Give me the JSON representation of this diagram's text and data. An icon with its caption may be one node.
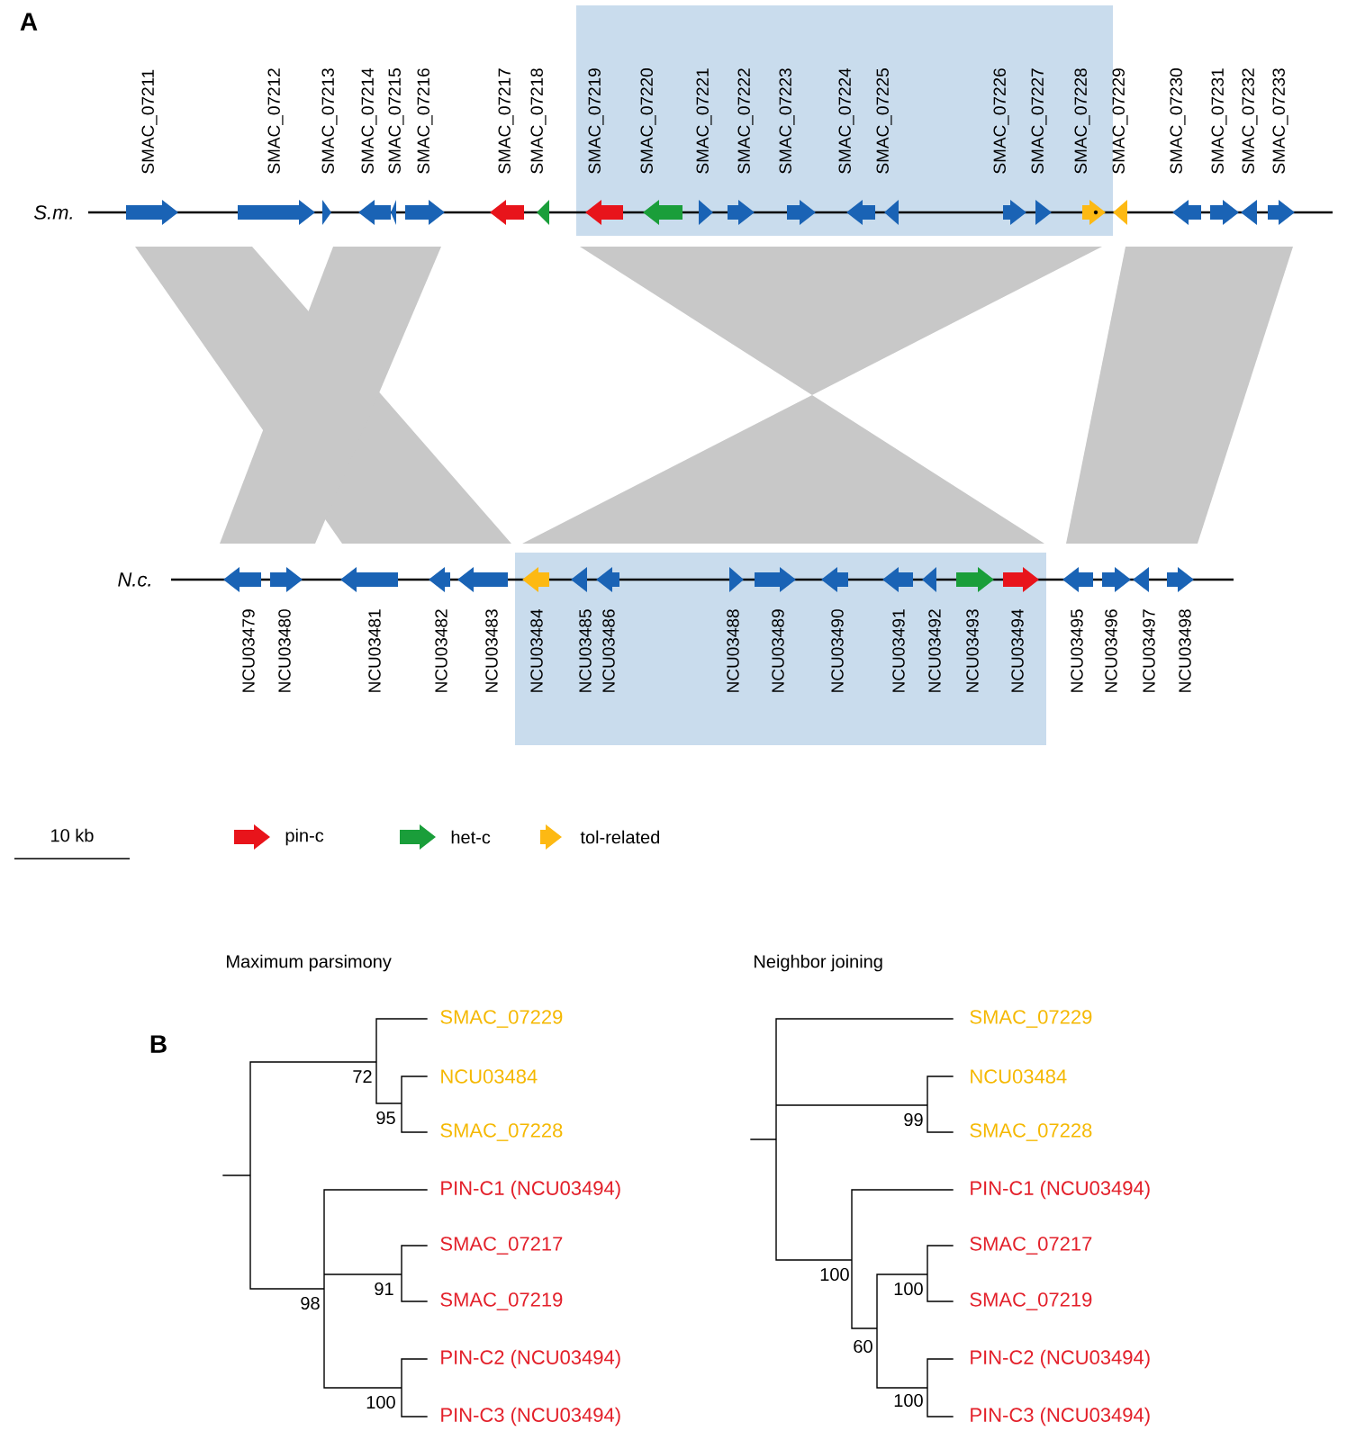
{
  "diagram": {
    "nodes": [
      {
        "text": [
          "SMAC_07211"
        ]
      },
      {
        "text": [
          "SMAC_07212"
        ]
      },
      {
        "text": [
          "SMAC_07213"
        ]
      },
      {
        "text": [
          "SMAC_07214"
        ]
      },
      {
        "text": [
          "SMAC_07215"
        ]
      },
      {
        "text": [
          "SMAC_07216"
        ]
      },
      {
        "text": [
          "SMAC_07217"
        ]
      },
      {
        "text": [
          "SMAC_07218"
        ]
      },
      {
        "text": [
          "SMAC_07219"
        ]
      },
      {
        "text": [
          "SMAC_07220"
        ]
      },
      {
        "text": [
          "SMAC_07221"
        ]
      },
      {
        "text": [
          "SMAC_07222"
        ]
      },
      {
        "text": [
          "SMAC_07223"
        ]
      },
      {
        "text": [
          "SMAC_07224"
        ]
      },
      {
        "text": [
          "SMAC_07225"
        ]
      },
      {
        "text": [
          "SMAC_07226"
        ]
      },
      {
        "text": [
          "SMAC_07227"
        ]
      },
      {
        "text": [
          "SMAC_07228"
        ]
      },
      {
        "text": [
          "SMAC_07229"
        ]
      },
      {
        "text": [
          "SMAC_07230"
        ]
      },
      {
        "text": [
          "SMAC_07231"
        ]
      },
      {
        "text": [
          "SMAC_07232"
        ]
      },
      {
        "text": [
          "SMAC_07233"
        ]
      },
      {
        "text": [
          "NCU03479"
        ]
      },
      {
        "text": [
          "NCU03480"
        ]
      },
      {
        "text": [
          "NCU03481"
        ]
      },
      {
        "text": [
          "NCU03482"
        ]
      },
      {
        "text": [
          "NCU03483"
        ]
      },
      {
        "text": [
          "NCU03484"
        ]
      },
      {
        "text": [
          "NCU03485"
        ]
      },
      {
        "text": [
          "NCU03486"
        ]
      },
      {
        "text": [
          "NCU03488"
        ]
      },
      {
        "text": [
          "NCU03489"
        ]
      },
      {
        "text": [
          "NCU03490"
        ]
      },
      {
        "text": [
          "NCU03491"
        ]
      },
      {
        "text": [
          "NCU03492"
        ]
      },
      {
        "text": [
          "NCU03493"
        ]
      },
      {
        "text": [
          "NCU03494"
        ]
      },
      {
        "text": [
          "NCU03495"
        ]
      },
      {
        "text": [
          "NCU03496"
        ]
      },
      {
        "text": [
          "NCU03497"
        ]
      },
      {
        "text": [
          "NCU03498"
        ]
      }
    ],
    "labels": [
      "A",
      "S.m.",
      "N.c.",
      "10 kb",
      "B",
      "Maximum parsimony",
      "Neighbor joining",
      "SMAC_07229",
      "NCU03484",
      "SMAC_07228",
      "PIN-C1 (NCU03494)",
      "SMAC_07217",
      "SMAC_07219",
      "PIN-C2 (NCU03494)",
      "PIN-C3 (NCU03494)",
      "72",
      "95",
      "91",
      "98",
      "100",
      "SMAC_07229",
      "NCU03484",
      "SMAC_07228",
      "PIN-C1 (NCU03494)",
      "SMAC_07217",
      "SMAC_07219",
      "PIN-C2 (NCU03494)",
      "PIN-C3 (NCU03494)",
      "99",
      "100",
      "100",
      "60",
      "100"
    ],
    "legend": [
      {
        "text": "pin-c",
        "color": "#e8141b"
      },
      {
        "text": "het-c",
        "color": "#1a9e3a"
      },
      {
        "text": "tol-related",
        "color": "#fdb913"
      }
    ]
  }
}
